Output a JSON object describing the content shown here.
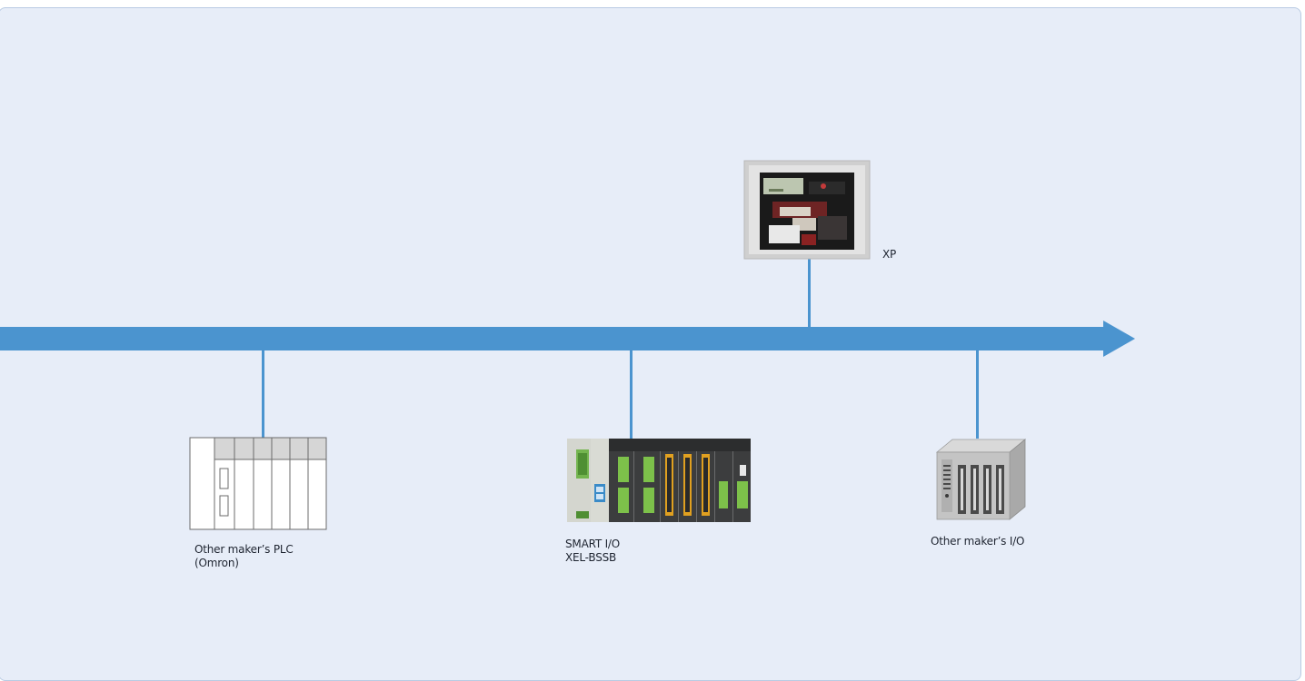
{
  "colors": {
    "background": "#e7edf8",
    "bus": "#4b94cf",
    "panel_border": "#b9cbe3"
  },
  "diagram": {
    "devices": [
      {
        "id": "xp",
        "icon": "touch-panel-icon",
        "label_lines": [
          "XP"
        ]
      },
      {
        "id": "other-plc",
        "icon": "plc-rack-icon",
        "label_lines": [
          "Other maker’s PLC",
          "(Omron)"
        ]
      },
      {
        "id": "smart-io",
        "icon": "smart-io-module-icon",
        "label_lines": [
          "SMART I/O",
          "XEL-BSSB"
        ]
      },
      {
        "id": "other-io",
        "icon": "io-chassis-icon",
        "label_lines": [
          "Other maker’s I/O"
        ]
      }
    ]
  }
}
